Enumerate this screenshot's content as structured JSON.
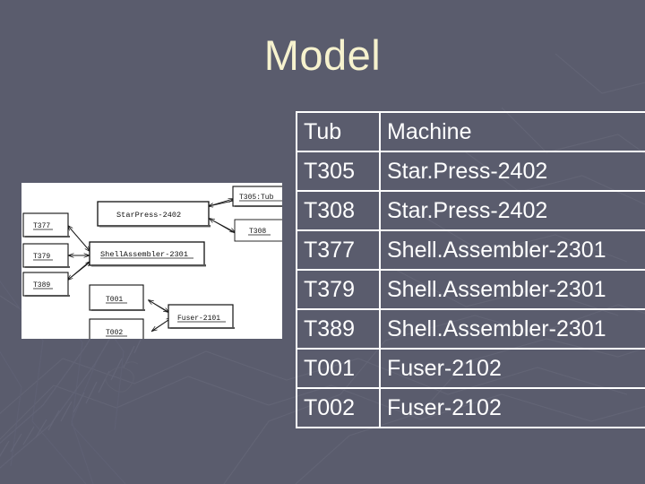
{
  "slide": {
    "title": "Model",
    "background_color": "#5a5c6d",
    "title_color": "#f6f2ce",
    "table_border_color": "#ffffff",
    "table_text_color": "#ffffff"
  },
  "table": {
    "name": "tub-machine-table",
    "headers": [
      "Tub",
      "Machine"
    ],
    "rows": [
      {
        "tub": "T305",
        "machine": "Star.Press-2402"
      },
      {
        "tub": "T308",
        "machine": "Star.Press-2402"
      },
      {
        "tub": "T377",
        "machine": "Shell.Assembler-2301"
      },
      {
        "tub": "T379",
        "machine": "Shell.Assembler-2301"
      },
      {
        "tub": "T389",
        "machine": "Shell.Assembler-2301"
      },
      {
        "tub": "T001",
        "machine": "Fuser-2102"
      },
      {
        "tub": "T002",
        "machine": "Fuser-2102"
      }
    ]
  },
  "diagram": {
    "name": "object-diagram-picture",
    "caption": "UML object diagram of tubs linked to machines",
    "nodes": [
      {
        "id": "n-t305",
        "label": "T305:Tub",
        "underline": true
      },
      {
        "id": "n-star",
        "label": "StarPress-2402",
        "underline": false
      },
      {
        "id": "n-t308",
        "label": "T308",
        "underline": true
      },
      {
        "id": "n-t377",
        "label": "T377",
        "underline": true
      },
      {
        "id": "n-t379",
        "label": "T379",
        "underline": true
      },
      {
        "id": "n-t389",
        "label": "T389",
        "underline": true
      },
      {
        "id": "n-shell",
        "label": "ShellAssembler-2301",
        "underline": true
      },
      {
        "id": "n-t001",
        "label": "T001",
        "underline": true
      },
      {
        "id": "n-t002",
        "label": "T002",
        "underline": true
      },
      {
        "id": "n-fuser",
        "label": "Fuser-2101",
        "underline": true
      }
    ],
    "edges": [
      {
        "from": "n-t305",
        "to": "n-star"
      },
      {
        "from": "n-t308",
        "to": "n-star"
      },
      {
        "from": "n-t377",
        "to": "n-shell"
      },
      {
        "from": "n-t379",
        "to": "n-shell"
      },
      {
        "from": "n-t389",
        "to": "n-shell"
      },
      {
        "from": "n-t001",
        "to": "n-fuser"
      },
      {
        "from": "n-t002",
        "to": "n-fuser"
      }
    ]
  }
}
